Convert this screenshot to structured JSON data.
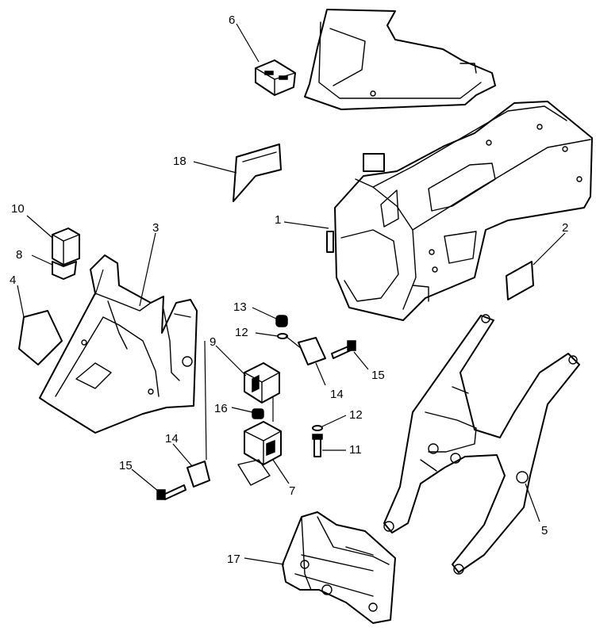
{
  "colors": {
    "line": "#000000",
    "background": "#ffffff"
  },
  "callouts": [
    {
      "id": "c1",
      "label": "1"
    },
    {
      "id": "c2",
      "label": "2"
    },
    {
      "id": "c3",
      "label": "3"
    },
    {
      "id": "c4",
      "label": "4"
    },
    {
      "id": "c5",
      "label": "5"
    },
    {
      "id": "c6",
      "label": "6"
    },
    {
      "id": "c7",
      "label": "7"
    },
    {
      "id": "c8",
      "label": "8"
    },
    {
      "id": "c9",
      "label": "9"
    },
    {
      "id": "c10",
      "label": "10"
    },
    {
      "id": "c11",
      "label": "11"
    },
    {
      "id": "c12a",
      "label": "12"
    },
    {
      "id": "c12b",
      "label": "12"
    },
    {
      "id": "c13",
      "label": "13"
    },
    {
      "id": "c14a",
      "label": "14"
    },
    {
      "id": "c14b",
      "label": "14"
    },
    {
      "id": "c15a",
      "label": "15"
    },
    {
      "id": "c15b",
      "label": "15"
    },
    {
      "id": "c16",
      "label": "16"
    },
    {
      "id": "c17",
      "label": "17"
    },
    {
      "id": "c18",
      "label": "18"
    }
  ]
}
